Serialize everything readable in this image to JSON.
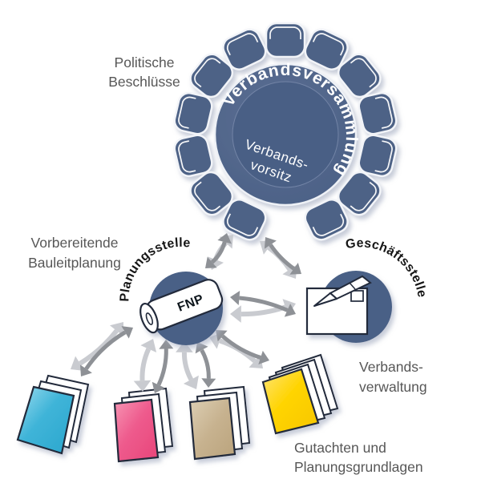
{
  "diagram": {
    "assembly": {
      "ring_label": "Verbandsversammlung",
      "center_label": [
        "Verbands-",
        "vorsitz"
      ],
      "chairs": 13
    },
    "planungsstelle": {
      "label": "Planungsstelle",
      "scroll_label": "FNP"
    },
    "geschaeftsstelle": {
      "label": "Geschäftsstelle"
    },
    "captions": {
      "politische_beschluesse": [
        "Politische",
        "Beschlüsse"
      ],
      "vorbereitende_bauleitplanung": [
        "Vorbereitende",
        "Bauleitplanung"
      ],
      "verbandsverwaltung": [
        "Verbands-",
        "verwaltung"
      ],
      "gutachten": [
        "Gutachten und",
        "Planungsgrundlagen"
      ]
    },
    "colors": {
      "slate_blue": "#4e6286",
      "slate_blue_dark": "#485e85",
      "outline_navy": "#20293a",
      "label_gray": "#575757",
      "arrow_gray": "#8e9196",
      "arrow_light": "#c9cbd0",
      "doc_blue": "#3fb4d8",
      "doc_pink": "#ee5b8d",
      "doc_tan": "#c7b28f",
      "doc_yellow": "#ffd400"
    }
  }
}
